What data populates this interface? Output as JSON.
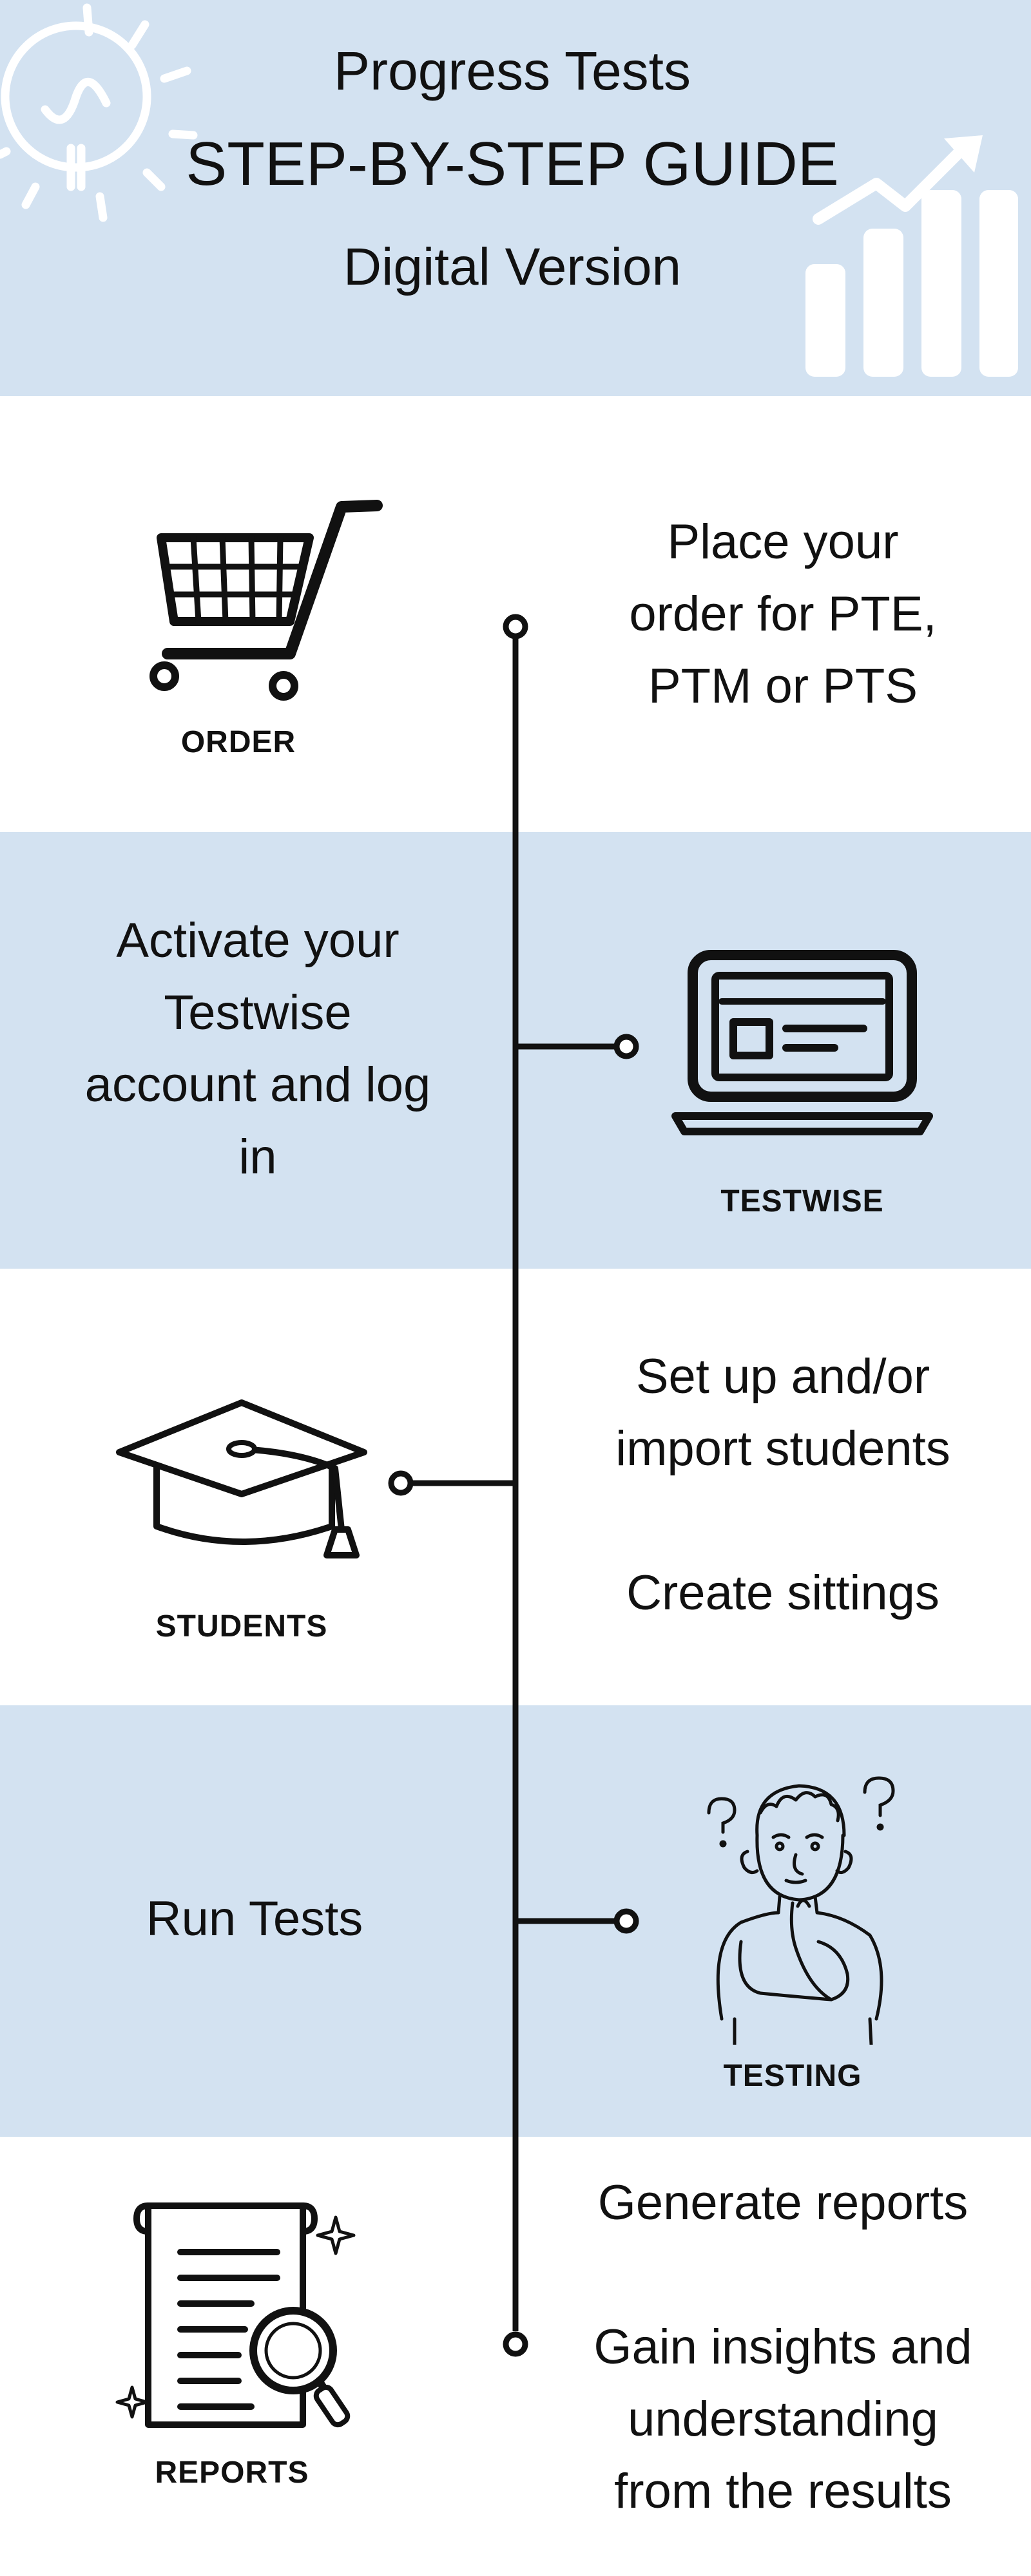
{
  "header": {
    "line1": "Progress Tests",
    "line2": "STEP-BY-STEP GUIDE",
    "line3": "Digital Version",
    "decor_left_icon": "lightbulb-icon",
    "decor_right_icon": "growth-chart-icon"
  },
  "steps": [
    {
      "caption": "ORDER",
      "icon": "shopping-cart-icon",
      "text": [
        "Place your",
        "order for PTE,",
        "PTM or PTS"
      ]
    },
    {
      "caption": "TESTWISE",
      "icon": "laptop-icon",
      "text": [
        "Activate your",
        "Testwise",
        "account and log",
        "in"
      ]
    },
    {
      "caption": "STUDENTS",
      "icon": "graduation-cap-icon",
      "text": [
        "Set up and/or",
        "import students",
        "",
        "Create sittings"
      ]
    },
    {
      "caption": "TESTING",
      "icon": "thinking-student-icon",
      "text": [
        "Run Tests"
      ]
    },
    {
      "caption": "REPORTS",
      "icon": "report-magnifier-icon",
      "text": [
        "Generate reports",
        "",
        "Gain insights and",
        "understanding",
        "from the results"
      ]
    }
  ],
  "colors": {
    "band_blue": "#d3e2f1",
    "ink": "#111111",
    "white": "#ffffff"
  }
}
